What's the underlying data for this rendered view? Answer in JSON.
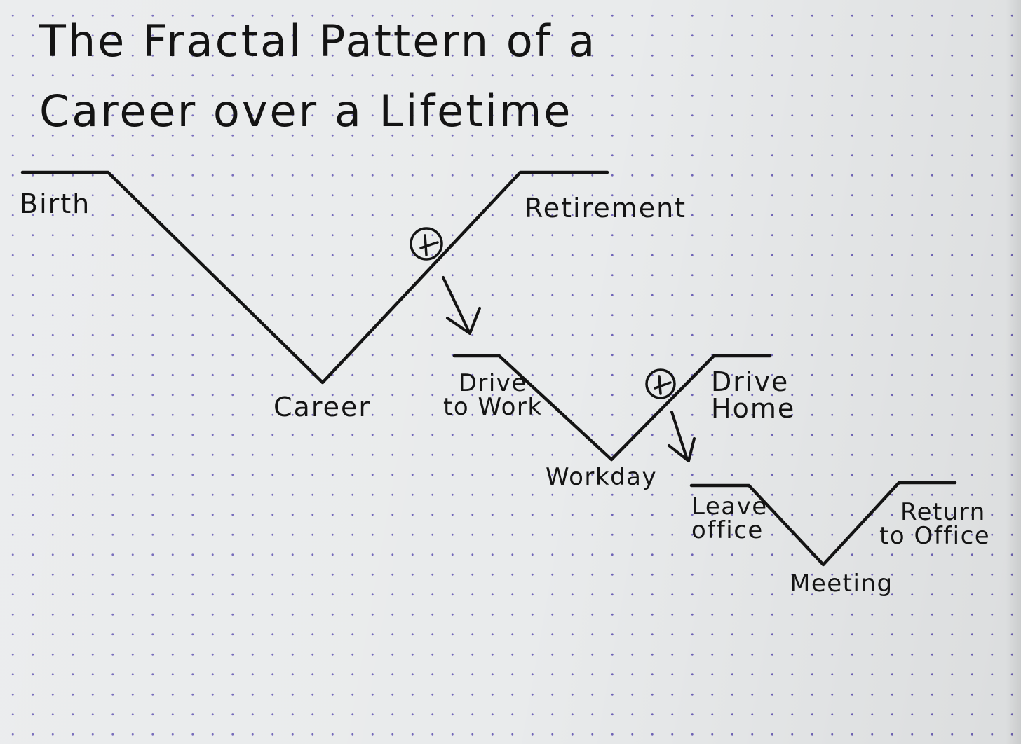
{
  "title": {
    "line1": "The Fractal Pattern of a",
    "line2": "Career over a Lifetime"
  },
  "labels": {
    "birth": "Birth",
    "career": "Career",
    "retirement": "Retirement",
    "drive_to_work_line1": "Drive",
    "drive_to_work_line2": "to Work",
    "workday": "Workday",
    "drive_home_line1": "Drive",
    "drive_home_line2": "Home",
    "leave_office_line1": "Leave",
    "leave_office_line2": "office",
    "meeting": "Meeting",
    "return_to_office_line1": "Return",
    "return_to_office_line2": "to Office"
  },
  "colors": {
    "ink": "#141414",
    "paper": "#e9ebec",
    "dot_grid": "#6f63b8"
  },
  "icons": {
    "zoom_marker": "circled-plus-marker",
    "zoom_arrow": "down-right-arrow"
  }
}
